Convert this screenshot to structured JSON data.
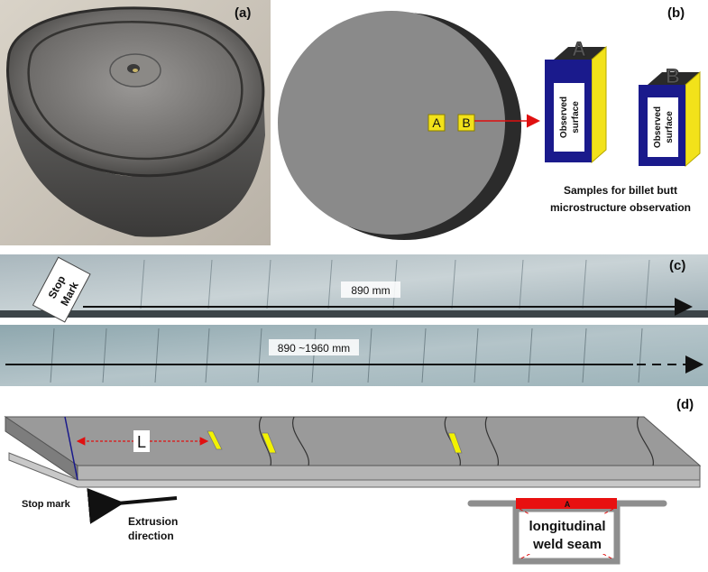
{
  "panel_a": {
    "label": "(a)"
  },
  "panel_b": {
    "label": "(b)",
    "mark_a": "A",
    "mark_b": "B",
    "cube_a_letter": "A",
    "cube_b_letter": "B",
    "observed_line1": "Observed",
    "observed_line2": "surface",
    "caption_line1": "Samples for billet butt",
    "caption_line2": "microstructure observation",
    "colors": {
      "disc": "#8a8a8a",
      "disc_rim": "#2b2b2b",
      "cube_front": "#1a1a8c",
      "cube_side": "#f2e21a",
      "arrow": "#e01010"
    }
  },
  "panel_c": {
    "label": "(c)",
    "stop_mark_line1": "Stop",
    "stop_mark_line2": "Mark",
    "dim_top": "890 mm",
    "dim_bottom": "890 ~1960 mm"
  },
  "panel_d": {
    "label": "(d)",
    "length_label": "L",
    "stop_mark": "Stop mark",
    "extrusion_line1": "Extrusion",
    "extrusion_line2": "direction",
    "section_mark": "A",
    "weld_line1": "longitudinal",
    "weld_line2": "weld seam",
    "colors": {
      "profile": "#8e8e8e",
      "weld": "#e81010",
      "marker": "#f2f200"
    }
  }
}
